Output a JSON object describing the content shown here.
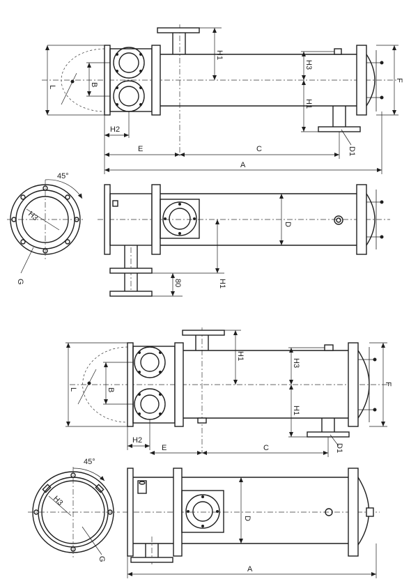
{
  "labels": {
    "A": "A",
    "B": "B",
    "C": "C",
    "D": "D",
    "E": "E",
    "F": "F",
    "G": "G",
    "L": "L",
    "H1": "H1",
    "H2": "H2",
    "H3": "H3",
    "D1": "D1",
    "dim_80": "80",
    "angle_45": "45°"
  },
  "colors": {
    "line": "#1e1e1e",
    "background": "#ffffff"
  }
}
